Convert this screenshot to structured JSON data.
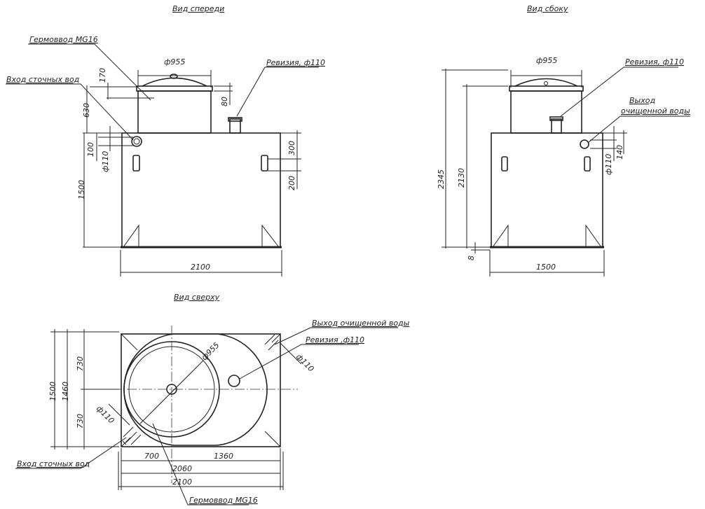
{
  "views": {
    "front": "Вид спереди",
    "side": "Вид сбоку",
    "top": "Вид сверху"
  },
  "labels": {
    "germovvod": "Гермоввод MG16",
    "inlet": "Вход сточных вод",
    "revision": "Ревизия, ф110",
    "revision_top": "Ревизия ,ф110",
    "outlet_1": "Выход",
    "outlet_2": "очищенной воды",
    "outlet_top": "Выход очищенной воды"
  },
  "front_dims": {
    "d955": "ф955",
    "h170": "170",
    "h630": "630",
    "h80": "80",
    "h100": "100",
    "d110": "ф110",
    "h1500": "1500",
    "h300": "300",
    "h200": "200",
    "w2100": "2100"
  },
  "side_dims": {
    "d955": "ф955",
    "h2345": "2345",
    "h2130": "2130",
    "h8": "8",
    "d110": "ф110",
    "h140": "140",
    "w1500": "1500"
  },
  "top_dims": {
    "h1500": "1500",
    "h1460": "1460",
    "h730a": "730",
    "h730b": "730",
    "d955": "ф955",
    "d110a": "ф110",
    "d110b": "ф110",
    "w700": "700",
    "w1360": "1360",
    "w2060": "2060",
    "w2100": "2100"
  }
}
